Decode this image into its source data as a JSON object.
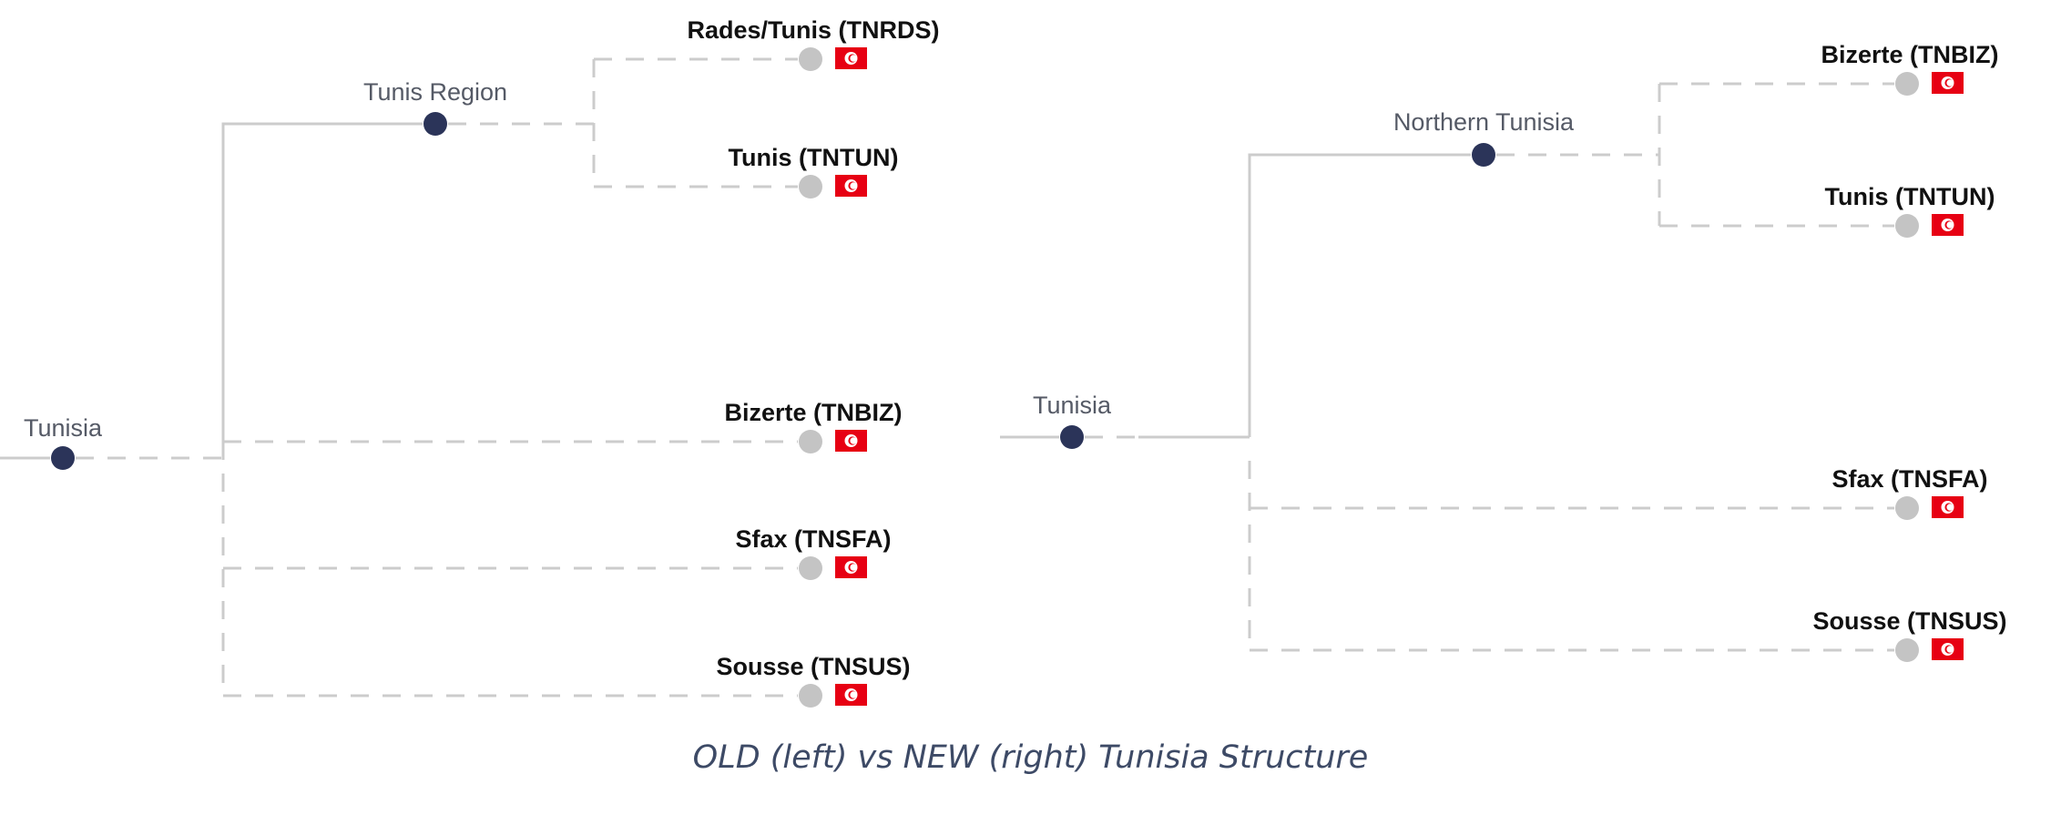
{
  "colors": {
    "region_node": "#2b3459",
    "port_node": "#c4c4c4",
    "solid_line": "#cccccc",
    "dashed_line": "#cccccc",
    "flag_red": "#e70013",
    "flag_white": "#ffffff",
    "caption": "#3d4a66"
  },
  "icons": {
    "port_flag": "tunisia-flag-icon"
  },
  "caption": "OLD (left) vs NEW (right) Tunisia Structure",
  "old_structure": {
    "root": "Tunisia",
    "region": "Tunis Region",
    "region_ports": [
      "Rades/Tunis (TNRDS)",
      "Tunis (TNTUN)"
    ],
    "direct_ports": [
      "Bizerte (TNBIZ)",
      "Sfax (TNSFA)",
      "Sousse (TNSUS)"
    ]
  },
  "new_structure": {
    "root": "Tunisia",
    "region": "Northern Tunisia",
    "region_ports": [
      "Bizerte (TNBIZ)",
      "Tunis (TNTUN)"
    ],
    "direct_ports": [
      "Sfax (TNSFA)",
      "Sousse (TNSUS)"
    ]
  }
}
